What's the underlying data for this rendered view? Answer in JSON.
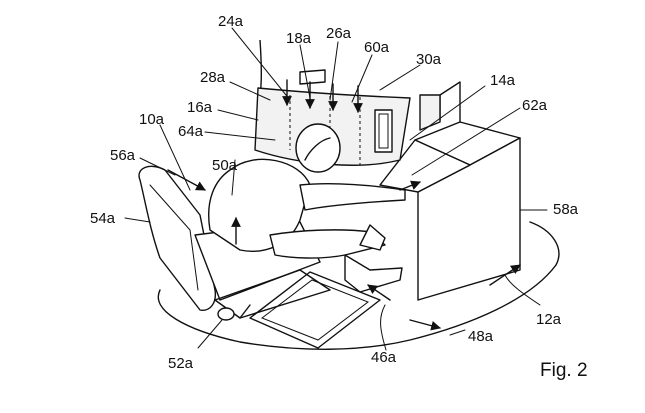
{
  "figure_label": "Fig. 2",
  "refs": {
    "r24a": "24a",
    "r18a": "18a",
    "r26a": "26a",
    "r60a": "60a",
    "r30a": "30a",
    "r28a": "28a",
    "r14a": "14a",
    "r16a": "16a",
    "r62a": "62a",
    "r10a": "10a",
    "r64a": "64a",
    "r56a": "56a",
    "r50a": "50a",
    "r58a": "58a",
    "r54a": "54a",
    "r12a": "12a",
    "r48a": "48a",
    "r52a": "52a",
    "r46a": "46a"
  }
}
